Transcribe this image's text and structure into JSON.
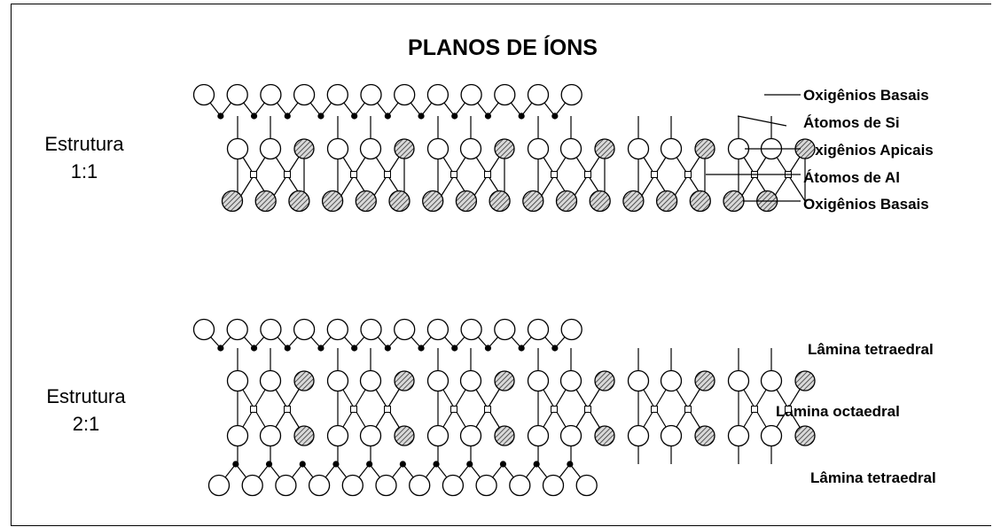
{
  "title": "PLANOS DE ÍONS",
  "structures": [
    {
      "name": "1:1",
      "label_line1": "Estrutura",
      "label_line2": "1:1",
      "layer_labels": [
        "Oxigênios Basais",
        "Átomos de Si",
        "Oxigênios Apicais",
        "Átomos de Al",
        "Oxigênios Basais"
      ]
    },
    {
      "name": "2:1",
      "label_line1": "Estrutura",
      "label_line2": "2:1",
      "sheet_labels": [
        "Lâmina tetraedral",
        "Lâmina octaedral",
        "Lâmina tetraedral"
      ]
    }
  ],
  "legend_colors": {
    "open_oxygen": "#ffffff",
    "hatched_ion": "#bdbdbd",
    "si_atom": "#000000",
    "line": "#000000"
  }
}
